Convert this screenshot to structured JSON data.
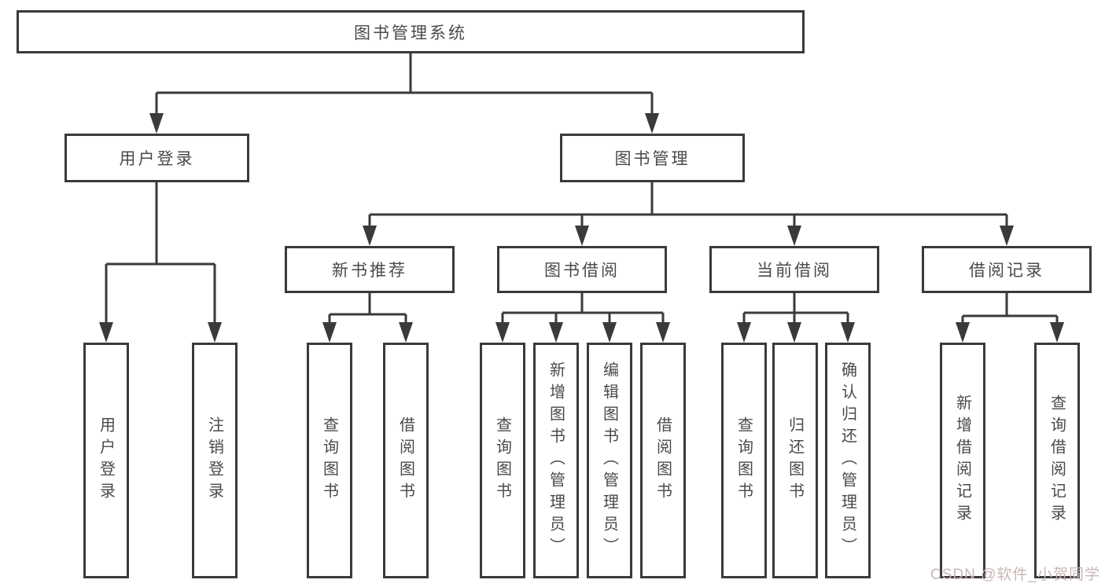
{
  "watermark": "CSDN @软件_小贺同学",
  "colors": {
    "line": "#3a3a3a",
    "text": "#4a4a4a",
    "watermark": "#c9b6b6",
    "background": "#ffffff"
  },
  "tree": {
    "root": {
      "label": "图书管理系统"
    },
    "branches": [
      {
        "label": "用户登录",
        "children": [
          {
            "label": "用户登录"
          },
          {
            "label": "注销登录"
          }
        ]
      },
      {
        "label": "图书管理",
        "children": [
          {
            "label": "新书推荐",
            "children": [
              {
                "label": "查询图书"
              },
              {
                "label": "借阅图书"
              }
            ]
          },
          {
            "label": "图书借阅",
            "children": [
              {
                "label": "查询图书"
              },
              {
                "label": "新增图书（管理员）"
              },
              {
                "label": "编辑图书（管理员）"
              },
              {
                "label": "借阅图书"
              }
            ]
          },
          {
            "label": "当前借阅",
            "children": [
              {
                "label": "查询图书"
              },
              {
                "label": "归还图书"
              },
              {
                "label": "确认归还（管理员）"
              }
            ]
          },
          {
            "label": "借阅记录",
            "children": [
              {
                "label": "新增借阅记录"
              },
              {
                "label": "查询借阅记录"
              }
            ]
          }
        ]
      }
    ]
  }
}
